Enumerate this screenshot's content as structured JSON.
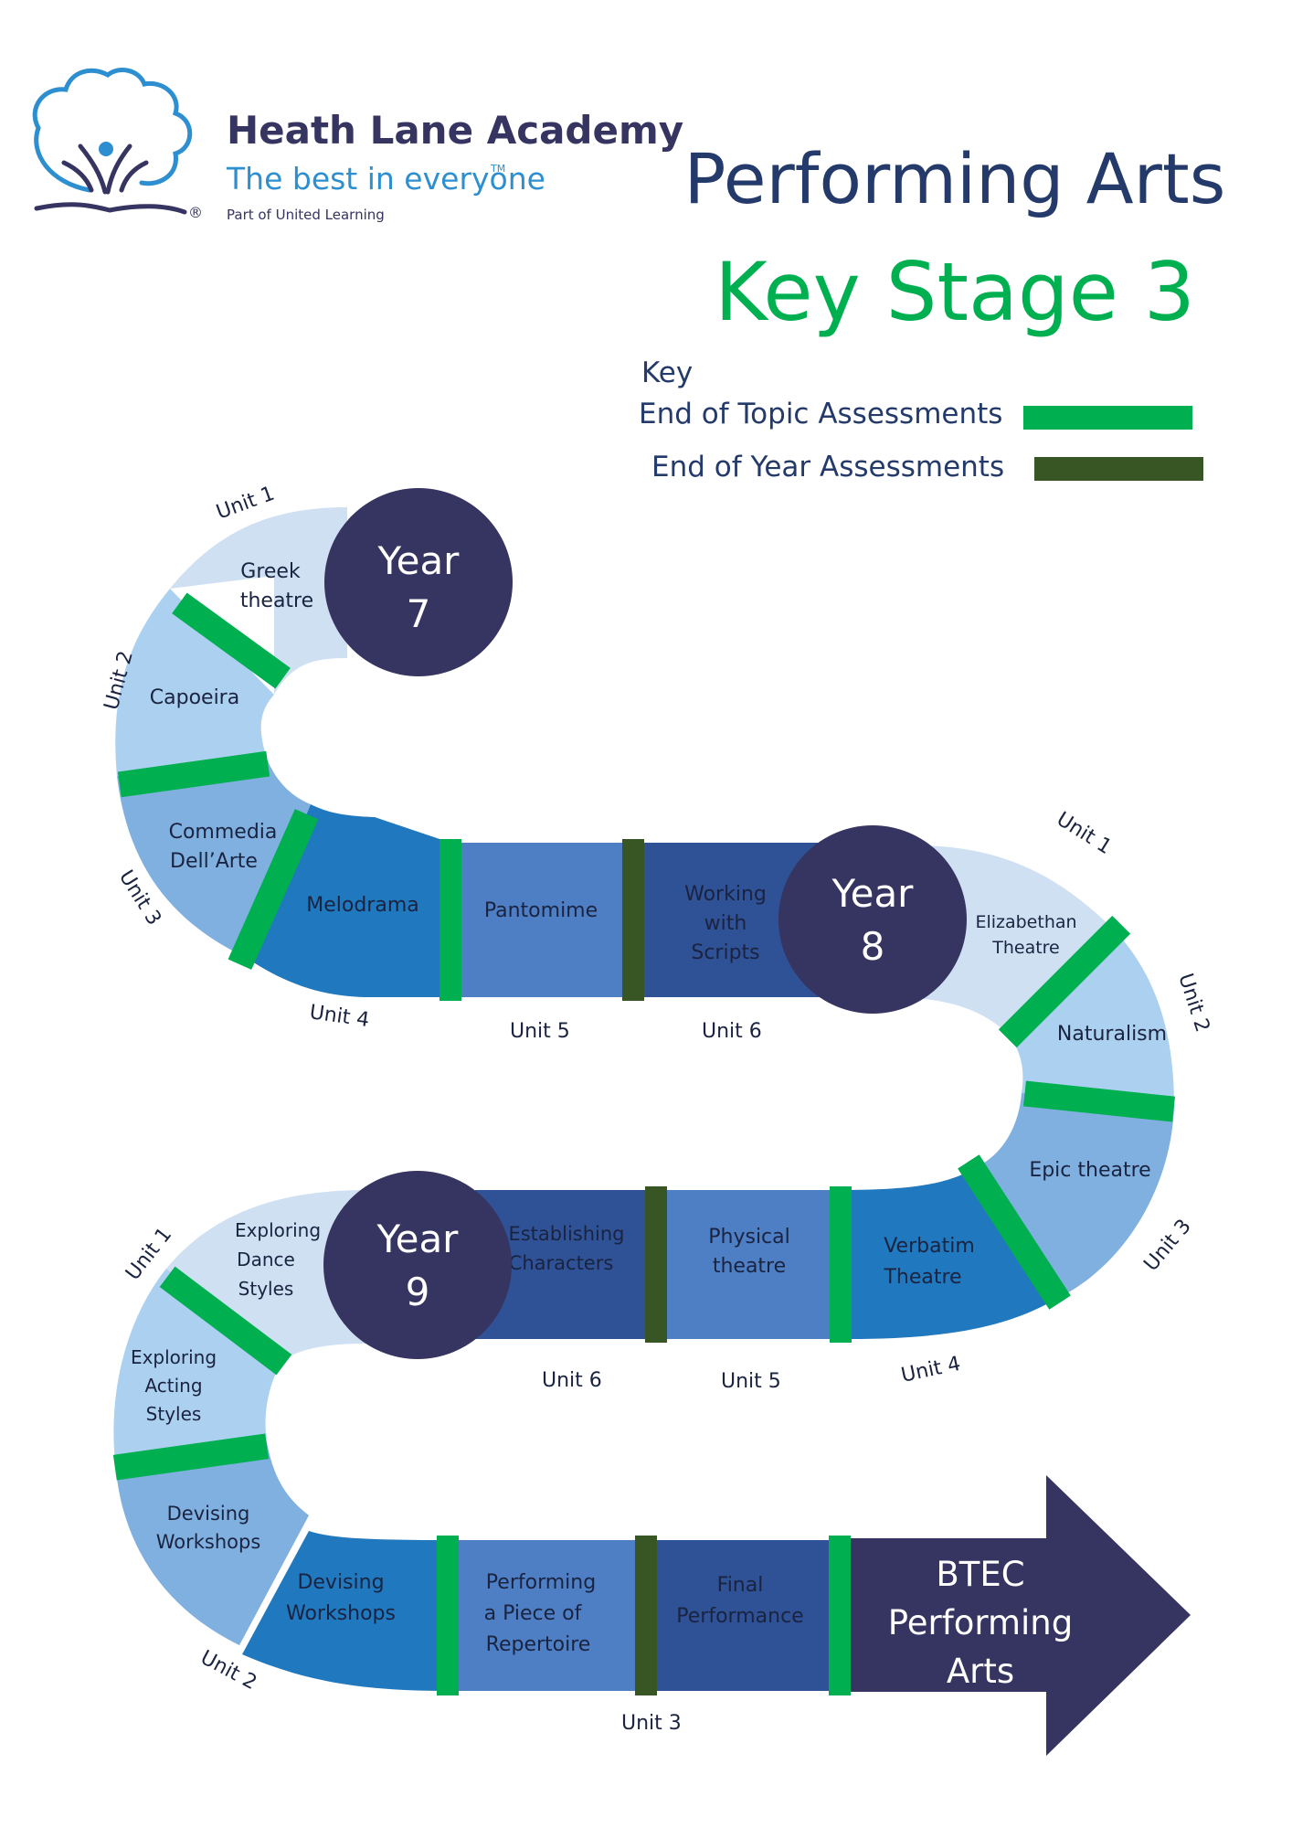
{
  "header": {
    "school_name": "Heath Lane Academy",
    "tagline": "The best in everyone",
    "tagline_tm": "TM",
    "registered": "®",
    "affiliation": "Part of United Learning",
    "title": "Performing Arts",
    "subtitle": "Key Stage 3"
  },
  "key": {
    "heading": "Key",
    "topic_label": "End of Topic Assessments",
    "topic_color": "#00b050",
    "year_label": "End of Year Assessments",
    "year_color": "#375623"
  },
  "years": {
    "y7": [
      "Year",
      "7"
    ],
    "y8": [
      "Year",
      "8"
    ],
    "y9": [
      "Year",
      "9"
    ]
  },
  "year7": {
    "u1": {
      "unit": "Unit 1",
      "lines": [
        "Greek",
        "theatre"
      ]
    },
    "u2": {
      "unit": "Unit 2",
      "lines": [
        "Capoeira"
      ]
    },
    "u3": {
      "unit": "Unit 3",
      "lines": [
        "Commedia",
        "Dell’Arte"
      ]
    },
    "u4": {
      "unit": "Unit 4",
      "lines": [
        "Melodrama"
      ]
    },
    "u5": {
      "unit": "Unit 5",
      "lines": [
        "Pantomime"
      ]
    },
    "u6": {
      "unit": "Unit 6",
      "lines": [
        "Working",
        "with",
        "Scripts"
      ]
    }
  },
  "year8": {
    "u1": {
      "unit": "Unit 1",
      "lines": [
        "Elizabethan",
        "Theatre"
      ]
    },
    "u2": {
      "unit": "Unit 2",
      "lines": [
        "Naturalism"
      ]
    },
    "u3": {
      "unit": "Unit 3",
      "lines": [
        "Epic theatre"
      ]
    },
    "u4": {
      "unit": "Unit 4",
      "lines": [
        "Verbatim",
        "Theatre"
      ]
    },
    "u5": {
      "unit": "Unit 5",
      "lines": [
        "Physical",
        "theatre"
      ]
    },
    "u6": {
      "unit": "Unit 6",
      "lines": [
        "Establishing",
        "Characters"
      ]
    }
  },
  "year9": {
    "u1": {
      "unit": "Unit 1",
      "lines": [
        "Exploring",
        "Dance",
        "Styles"
      ]
    },
    "u2a": {
      "lines": [
        "Exploring",
        "Acting",
        "Styles"
      ]
    },
    "u2b": {
      "lines": [
        "Devising",
        "Workshops"
      ]
    },
    "u2": {
      "unit": "Unit 2",
      "lines": [
        "Devising",
        "Workshops"
      ]
    },
    "u3a": {
      "lines": [
        "Performing",
        "a Piece of",
        "Repertoire"
      ]
    },
    "u3": {
      "unit": "Unit 3",
      "lines": [
        "Final",
        "Performance"
      ]
    }
  },
  "destination": {
    "lines": [
      "BTEC",
      "Performing",
      "Arts"
    ]
  },
  "colors": {
    "navy": "#363460",
    "title_navy": "#233a6a",
    "green_title": "#00b050",
    "seg_lightest": "#cfe0f3",
    "seg_light": "#acd0f0",
    "seg_mid": "#80b0e0",
    "seg_blue": "#2078be",
    "seg_med": "#4e7fc5",
    "seg_dark": "#2f5196"
  }
}
